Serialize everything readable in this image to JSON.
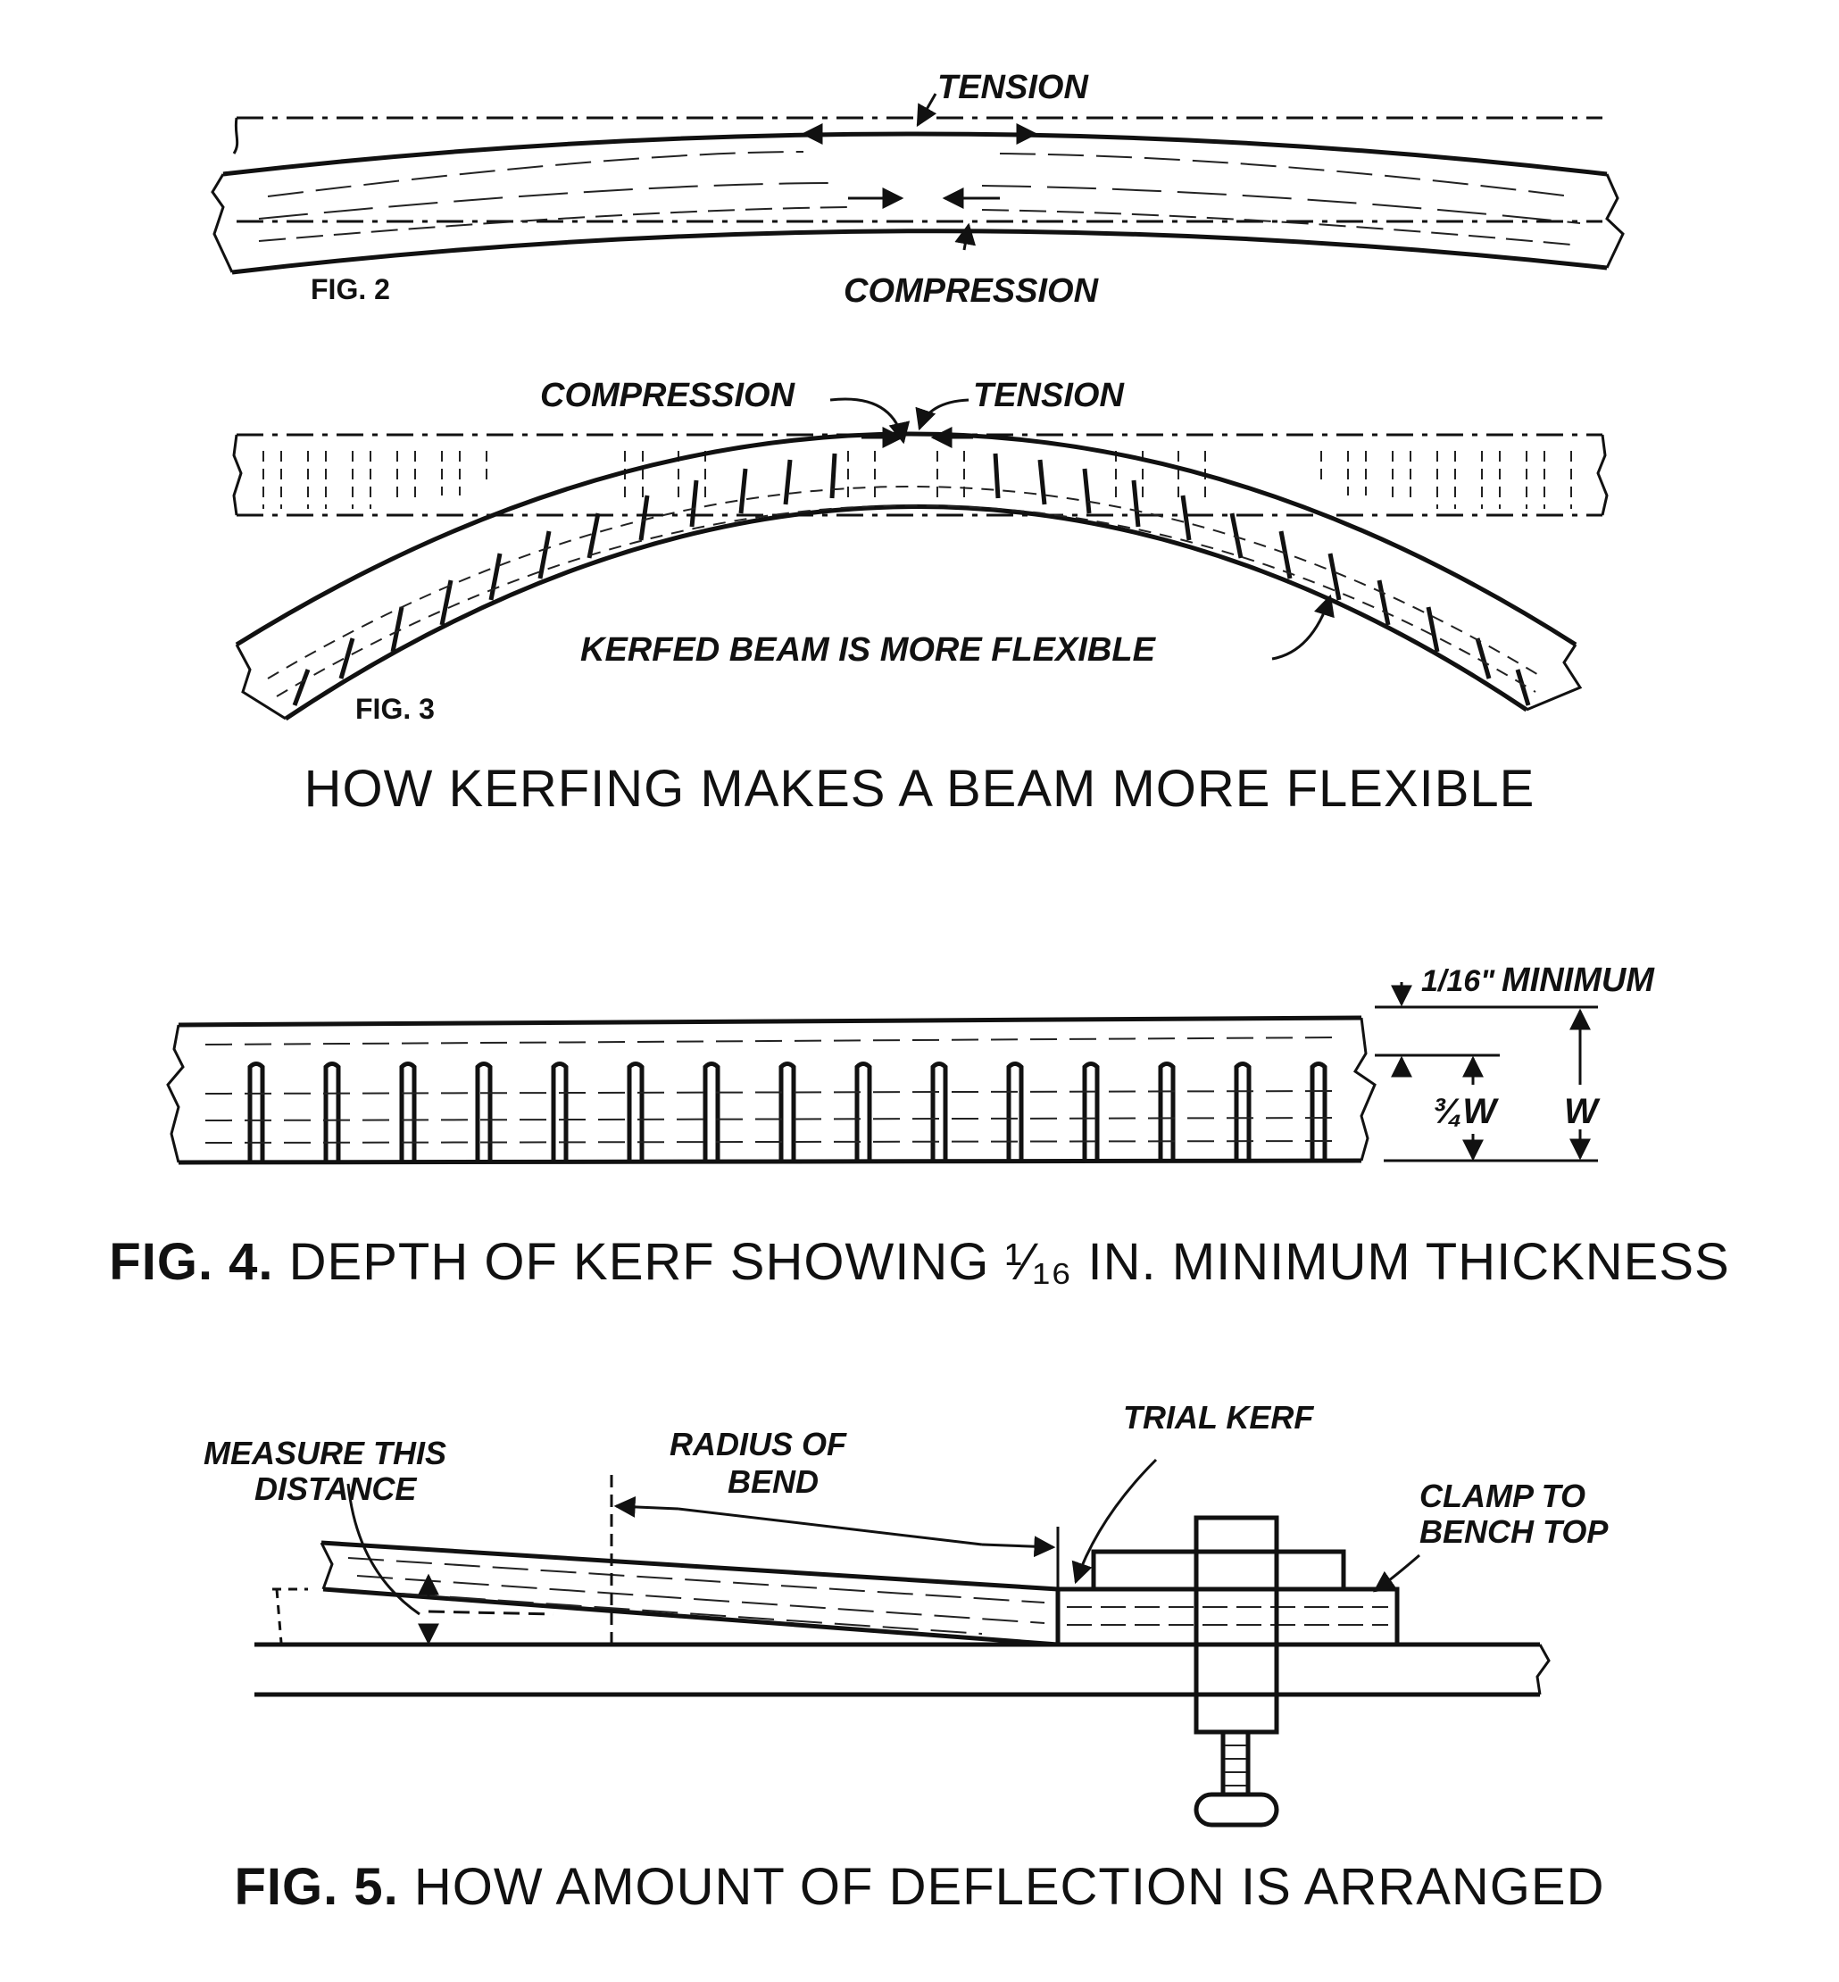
{
  "fig2": {
    "label": "FIG. 2",
    "tension": "TENSION",
    "compression": "COMPRESSION"
  },
  "fig3": {
    "label": "FIG. 3",
    "compression": "COMPRESSION",
    "tension": "TENSION",
    "note": "KERFED BEAM IS MORE FLEXIBLE"
  },
  "caption_top": "HOW KERFING MAKES A BEAM MORE FLEXIBLE",
  "fig4": {
    "minimum": "MINIMUM",
    "three_quarter_w": "¾W",
    "w": "W",
    "fraction": "1/16\""
  },
  "caption_fig4": {
    "bold": "FIG. 4.",
    "text": " DEPTH OF KERF SHOWING ¹⁄₁₆ IN. MINIMUM THICKNESS"
  },
  "fig5": {
    "measure_line1": "MEASURE THIS",
    "measure_line2": "DISTANCE",
    "radius_line1": "RADIUS OF",
    "radius_line2": "BEND",
    "trial_kerf": "TRIAL KERF",
    "clamp_line1": "CLAMP TO",
    "clamp_line2": "BENCH TOP"
  },
  "caption_fig5": {
    "bold": "FIG. 5.",
    "text": " HOW AMOUNT OF DEFLECTION IS ARRANGED"
  }
}
